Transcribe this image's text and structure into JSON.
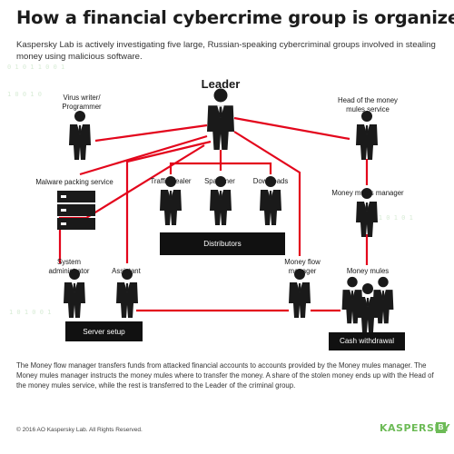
{
  "title": "How a financial cybercrime group is organized",
  "subtitle": "Kaspersky Lab is actively investigating five large, Russian-speaking cybercriminal groups involved in stealing money using malicious software.",
  "roles": {
    "leader": "Leader",
    "virus_writer": "Virus writer/\nProgrammer",
    "head_money_mules": "Head of the money\nmules service",
    "malware_packing": "Malware packing service",
    "traffic_dealer": "Traffic dealer",
    "spammer": "Spammer",
    "downloads": "Downloads",
    "money_mules_manager": "Money mules manager",
    "system_admin": "System\nadministrator",
    "assistant": "Assistant",
    "money_flow_manager": "Money flow\nmanager",
    "money_mules": "Money mules"
  },
  "boxes": {
    "distributors": "Distributors",
    "server_setup": "Server setup",
    "cash_withdrawal": "Cash withdrawal"
  },
  "footer": "The Money flow manager transfers funds from attacked financial accounts to accounts provided by the Money mules manager. The Money mules manager instructs the money mules where to transfer the money. A share of the stolen money ends up with the Head of the money mules service, while the rest is transferred to the Leader of the criminal group.",
  "copyright": "© 2016 AO Kaspersky Lab. All Rights Reserved.",
  "brand": "KASPERSKY",
  "brand_badge": "B",
  "colors": {
    "connector": "#e3061c",
    "figure": "#1a1a1a",
    "box": "#111111",
    "brand": "#6dbb57"
  }
}
